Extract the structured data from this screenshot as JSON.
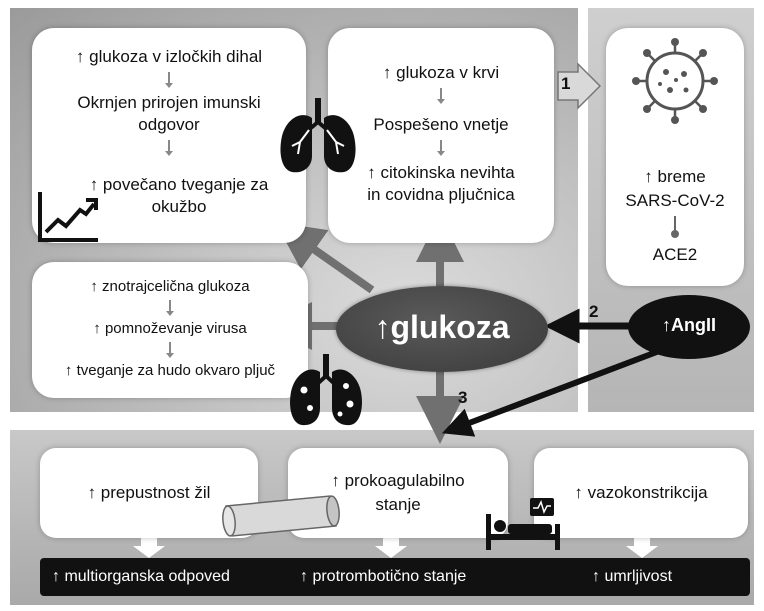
{
  "box_top_left": {
    "line1": "↑ glukoza v izločkih dihal",
    "line2": "Okrnjen prirojen imunski",
    "line3": "odgovor",
    "line4": "↑ povečano tveganje za",
    "line5": "okužbo"
  },
  "box_top_mid": {
    "line1": "↑ glukoza v krvi",
    "line2": "Pospešeno vnetje",
    "line3": "↑ citokinska nevihta",
    "line4": "in covidna pljučnica"
  },
  "box_mid_left": {
    "line1": "↑ znotrajcelična glukoza",
    "line2": "↑ pomnoževanje virusa",
    "line3": "↑ tveganje za hudo okvaro pljuč"
  },
  "box_right": {
    "line1": "↑ breme",
    "line2": "SARS-CoV-2",
    "line3": "ACE2"
  },
  "center": {
    "label": "↑glukoza"
  },
  "angii": {
    "label": "↑AngII"
  },
  "markers": {
    "one": "1",
    "two": "2",
    "three": "3"
  },
  "bottom_boxes": {
    "left": "↑ prepustnost žil",
    "mid_line1": "↑ prokoagulabilno",
    "mid_line2": "stanje",
    "right": "↑ vazokonstrikcija"
  },
  "outcomes": {
    "left": "↑ multiorganska odpoved",
    "mid": "↑ protrombotično stanje",
    "right": "↑ umrljivost"
  },
  "colors": {
    "panel": "#bdbdbd",
    "center": "#4a4a4a",
    "outcome_bar": "#111111"
  }
}
